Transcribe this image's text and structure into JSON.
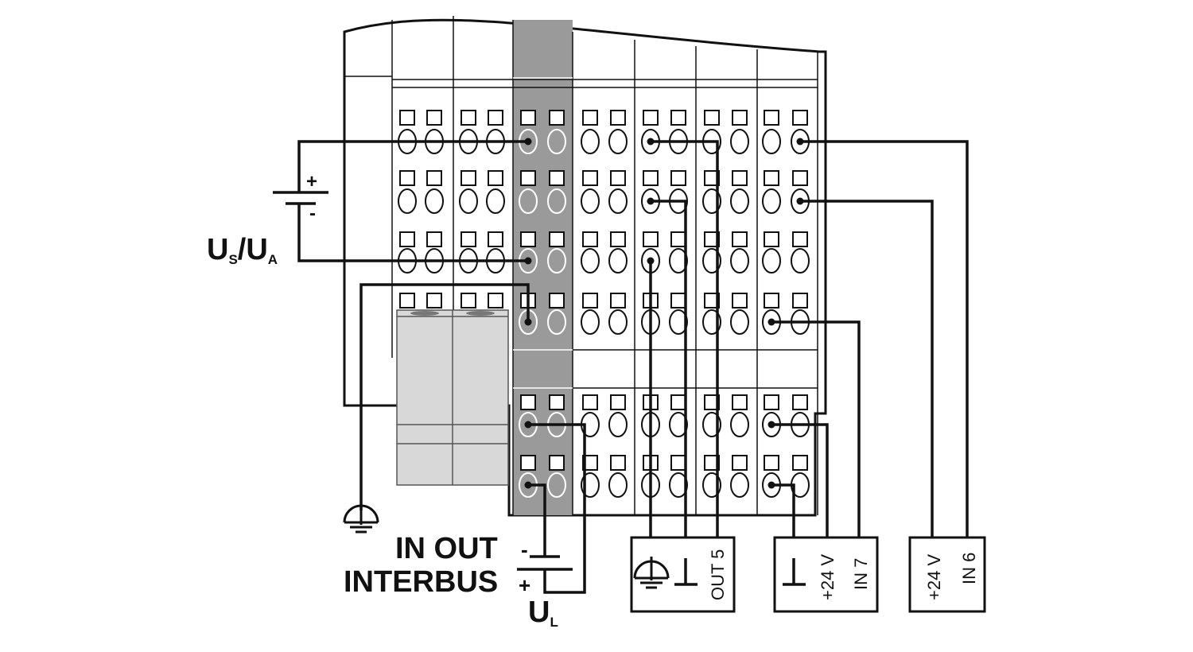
{
  "supply_main": {
    "label_main": "U",
    "label_sub_s": "S",
    "label_slash": "/U",
    "label_sub_a": "A",
    "plus": "+",
    "minus": "-"
  },
  "supply_logic": {
    "in_out": "IN OUT",
    "interbus": "INTERBUS",
    "minus": "-",
    "plus": "+",
    "label_main": "U",
    "label_sub": "L"
  },
  "boxes": [
    {
      "name": "sensor-box-out5",
      "labels": [
        "OUT 5"
      ]
    },
    {
      "name": "sensor-box-in7",
      "labels": [
        "+24 V",
        "IN 7"
      ]
    },
    {
      "name": "sensor-box-in6",
      "labels": [
        "+24 V",
        "IN 6"
      ]
    }
  ],
  "colors": {
    "line": "#111111",
    "module_gray": "#9a9a9a",
    "connector_gray": "#d8d8d8"
  },
  "icons": [
    "ground-icon",
    "functional-earth-icon",
    "ground-symbol-icon",
    "battery-icon"
  ]
}
